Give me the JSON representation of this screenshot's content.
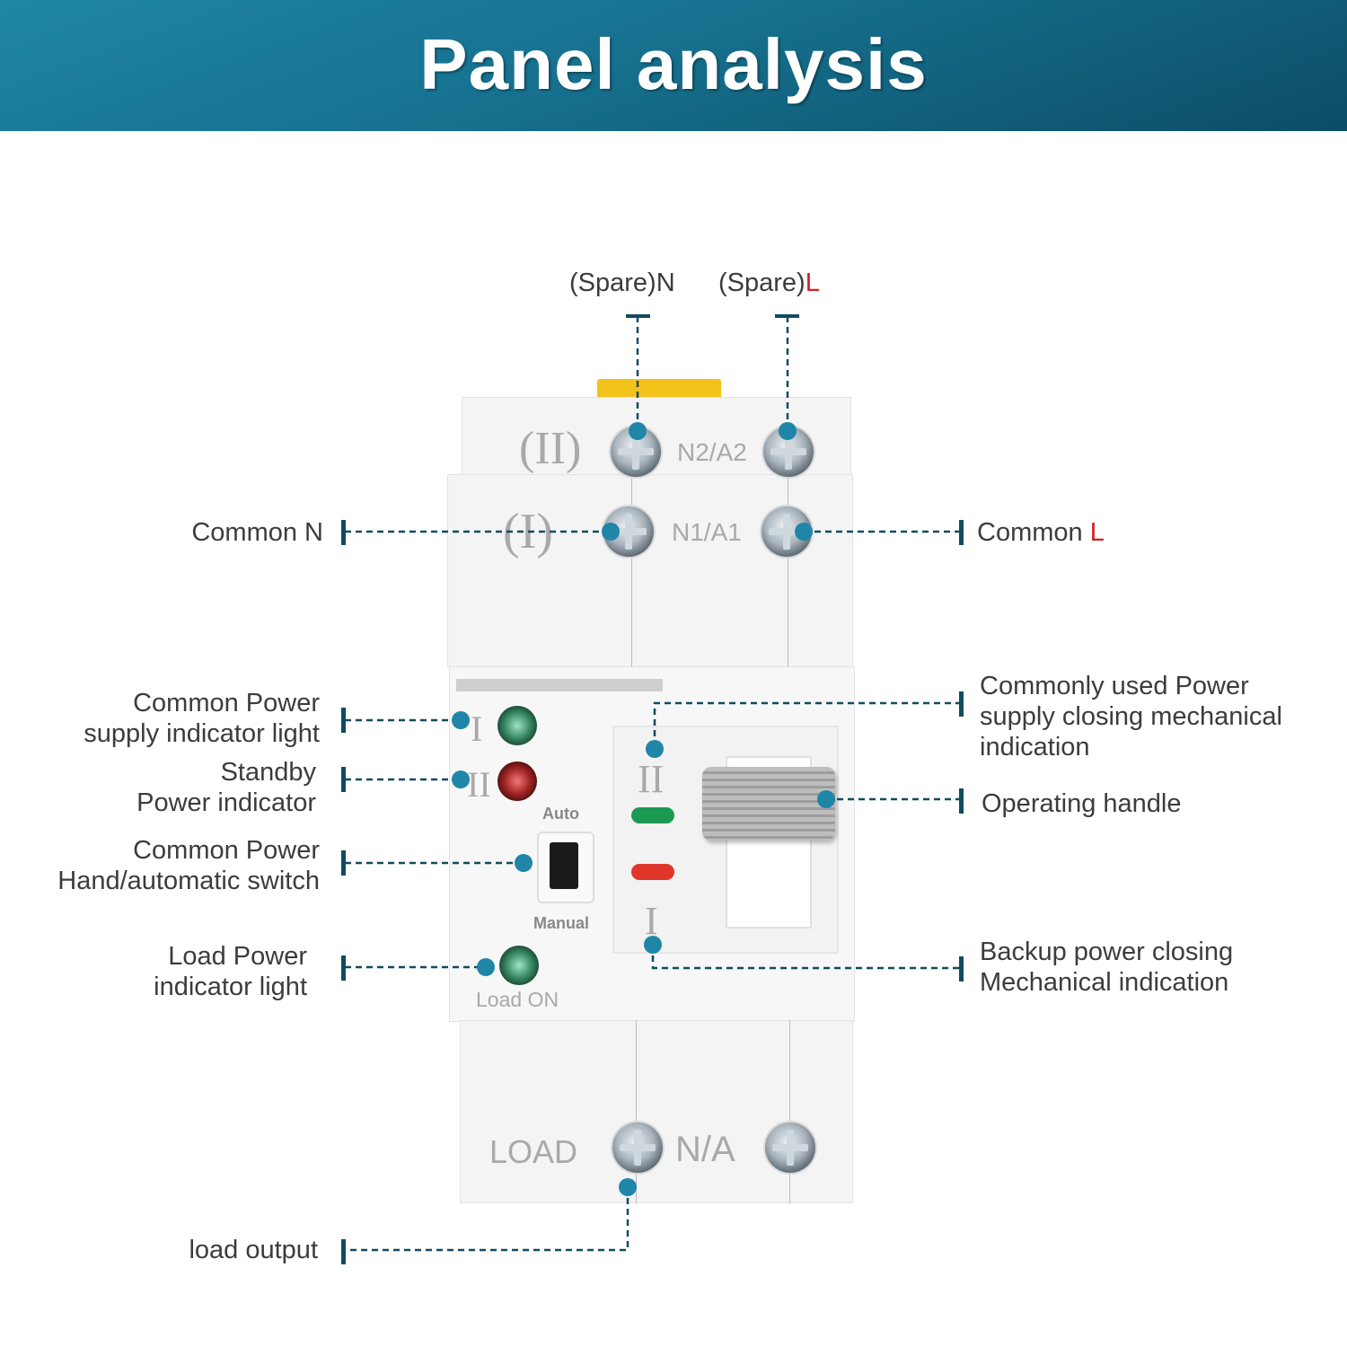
{
  "header": {
    "title": "Panel analysis"
  },
  "colors": {
    "accent": "#1f86a8",
    "line": "#114b5f",
    "red_letter": "#d42020"
  },
  "callouts": {
    "spare_n": {
      "prefix": "(Spare)",
      "suffix": "N"
    },
    "spare_l": {
      "prefix": "(Spare)",
      "suffix": "L"
    },
    "common_n": {
      "prefix": "Common ",
      "suffix": "N"
    },
    "common_l": {
      "prefix": "Common ",
      "suffix": "L"
    },
    "common_power_indicator": {
      "line1": "Common Power",
      "line2": "supply indicator light"
    },
    "standby_indicator": {
      "line1": "Standby",
      "line2": "Power indicator"
    },
    "hand_auto_switch": {
      "line1": "Common Power",
      "line2": "Hand/automatic switch"
    },
    "load_indicator": {
      "line1": "Load Power",
      "line2": "indicator light"
    },
    "load_output": {
      "text": "load output"
    },
    "common_closing": {
      "line1": "Commonly used Power",
      "line2": "supply closing mechanical",
      "line3": "indication"
    },
    "operating_handle": {
      "text": "Operating handle"
    },
    "backup_closing": {
      "line1": "Backup power closing",
      "line2": "Mechanical indication"
    }
  },
  "device": {
    "top_row_label": "(II)",
    "top_terminal": "N2/A2",
    "mid_row_label": "(I)",
    "mid_terminal": "N1/A1",
    "indicator_1": "I",
    "indicator_2": "II",
    "switch_auto": "Auto",
    "switch_manual": "Manual",
    "load_on": "Load ON",
    "mech_top": "II",
    "mech_bottom": "I",
    "bottom_label": "LOAD",
    "bottom_terminal": "N/A"
  }
}
